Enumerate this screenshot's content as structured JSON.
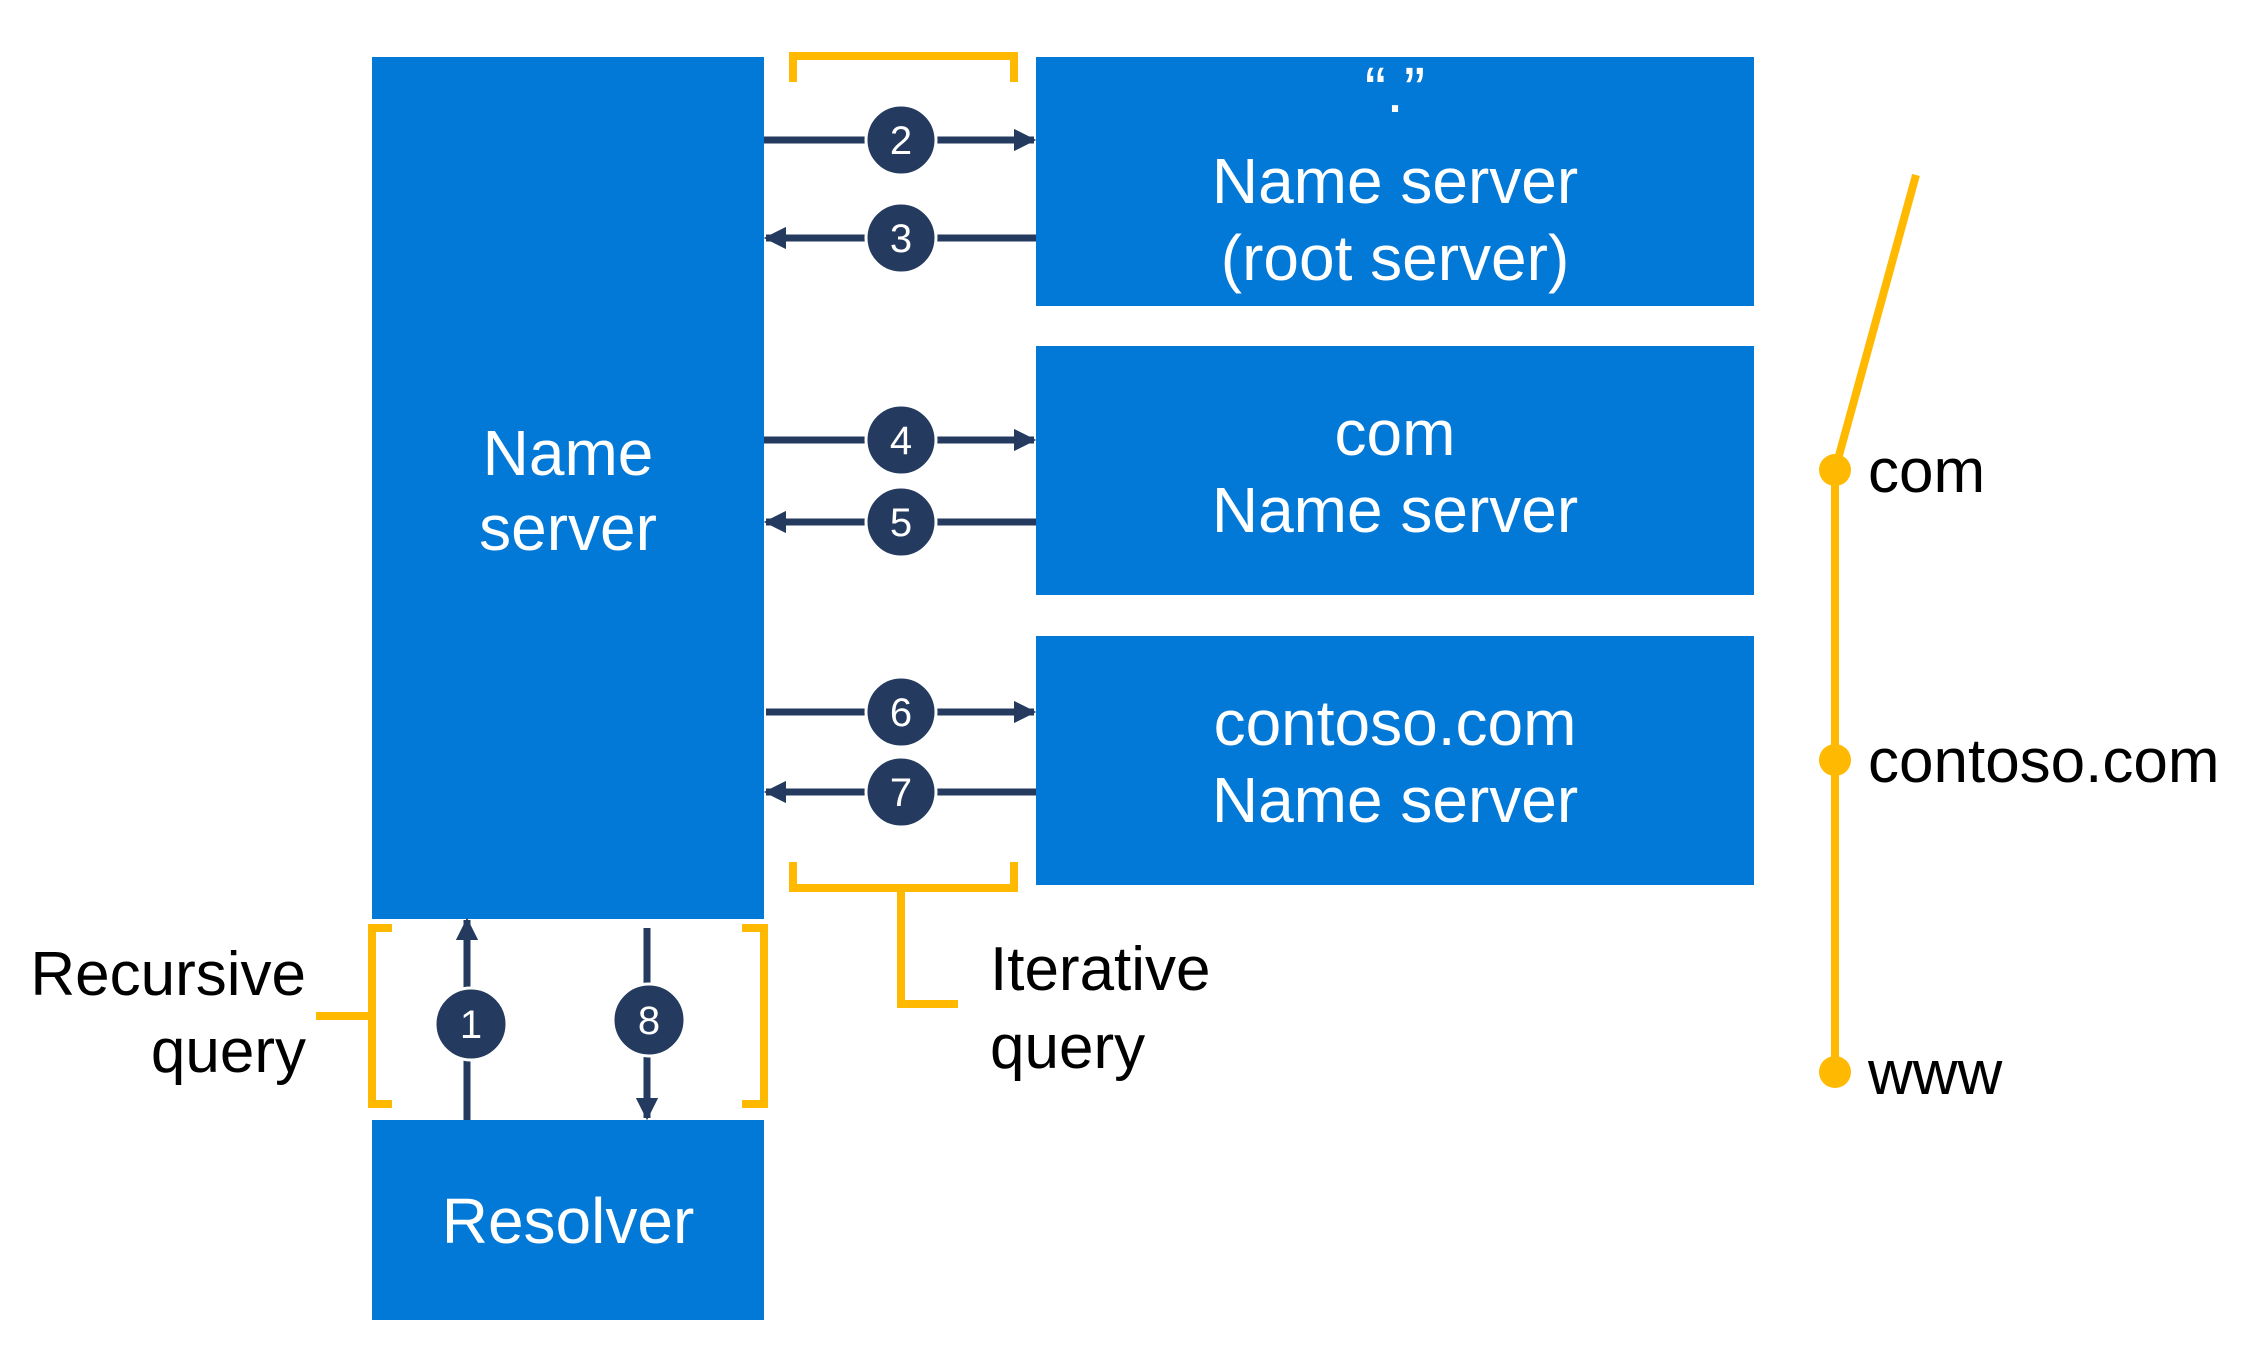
{
  "colors": {
    "box_blue": "#0278D7",
    "arrow_navy": "#243A5E",
    "accent_yellow": "#FFB900",
    "label_black": "#000000",
    "box_text": "#ffffff"
  },
  "boxes": {
    "main_name_server": {
      "line1": "Name",
      "line2": "server"
    },
    "resolver": {
      "line1": "Resolver"
    },
    "root_server": {
      "line1": "“.”",
      "line2": "Name server",
      "line3": "(root server)"
    },
    "com_server": {
      "line1": "com",
      "line2": "Name server"
    },
    "contoso_server": {
      "line1": "contoso.com",
      "line2": "Name server"
    }
  },
  "steps": [
    "1",
    "2",
    "3",
    "4",
    "5",
    "6",
    "7",
    "8"
  ],
  "labels": {
    "recursive_query": {
      "line1": "Recursive",
      "line2": "query"
    },
    "iterative_query": {
      "line1": "Iterative",
      "line2": "query"
    }
  },
  "namespace_tree": {
    "nodes": [
      "com",
      "contoso.com",
      "www"
    ]
  }
}
